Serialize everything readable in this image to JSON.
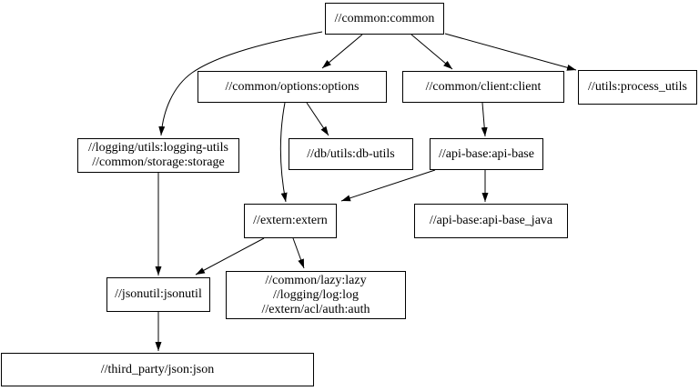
{
  "diagram": {
    "type": "dependency-graph",
    "background_color": "#ffffff",
    "node_fill_color": "#ffffff",
    "node_border_color": "#000000",
    "edge_color": "#000000",
    "text_color": "#000000",
    "nodes": {
      "common": {
        "label": "//common:common"
      },
      "options": {
        "label": "//common/options:options"
      },
      "client": {
        "label": "//common/client:client"
      },
      "process_utils": {
        "label": "//utils:process_utils"
      },
      "logging_storage": {
        "lines": [
          "//logging/utils:logging-utils",
          "//common/storage:storage"
        ]
      },
      "db_utils": {
        "label": "//db/utils:db-utils"
      },
      "api_base": {
        "label": "//api-base:api-base"
      },
      "extern": {
        "label": "//extern:extern"
      },
      "api_base_java": {
        "label": "//api-base:api-base_java"
      },
      "jsonutil": {
        "label": "//jsonutil:jsonutil"
      },
      "lazy_log_auth": {
        "lines": [
          "//common/lazy:lazy",
          "//logging/log:log",
          "//extern/acl/auth:auth"
        ]
      },
      "third_party_json": {
        "label": "//third_party/json:json"
      }
    },
    "edges": [
      {
        "from": "common",
        "to": "logging_storage"
      },
      {
        "from": "common",
        "to": "options"
      },
      {
        "from": "common",
        "to": "client"
      },
      {
        "from": "common",
        "to": "process_utils"
      },
      {
        "from": "options",
        "to": "db_utils"
      },
      {
        "from": "options",
        "to": "extern"
      },
      {
        "from": "client",
        "to": "api_base"
      },
      {
        "from": "api_base",
        "to": "api_base_java"
      },
      {
        "from": "api_base",
        "to": "extern"
      },
      {
        "from": "logging_storage",
        "to": "jsonutil"
      },
      {
        "from": "extern",
        "to": "jsonutil"
      },
      {
        "from": "extern",
        "to": "lazy_log_auth"
      },
      {
        "from": "jsonutil",
        "to": "third_party_json"
      }
    ]
  }
}
